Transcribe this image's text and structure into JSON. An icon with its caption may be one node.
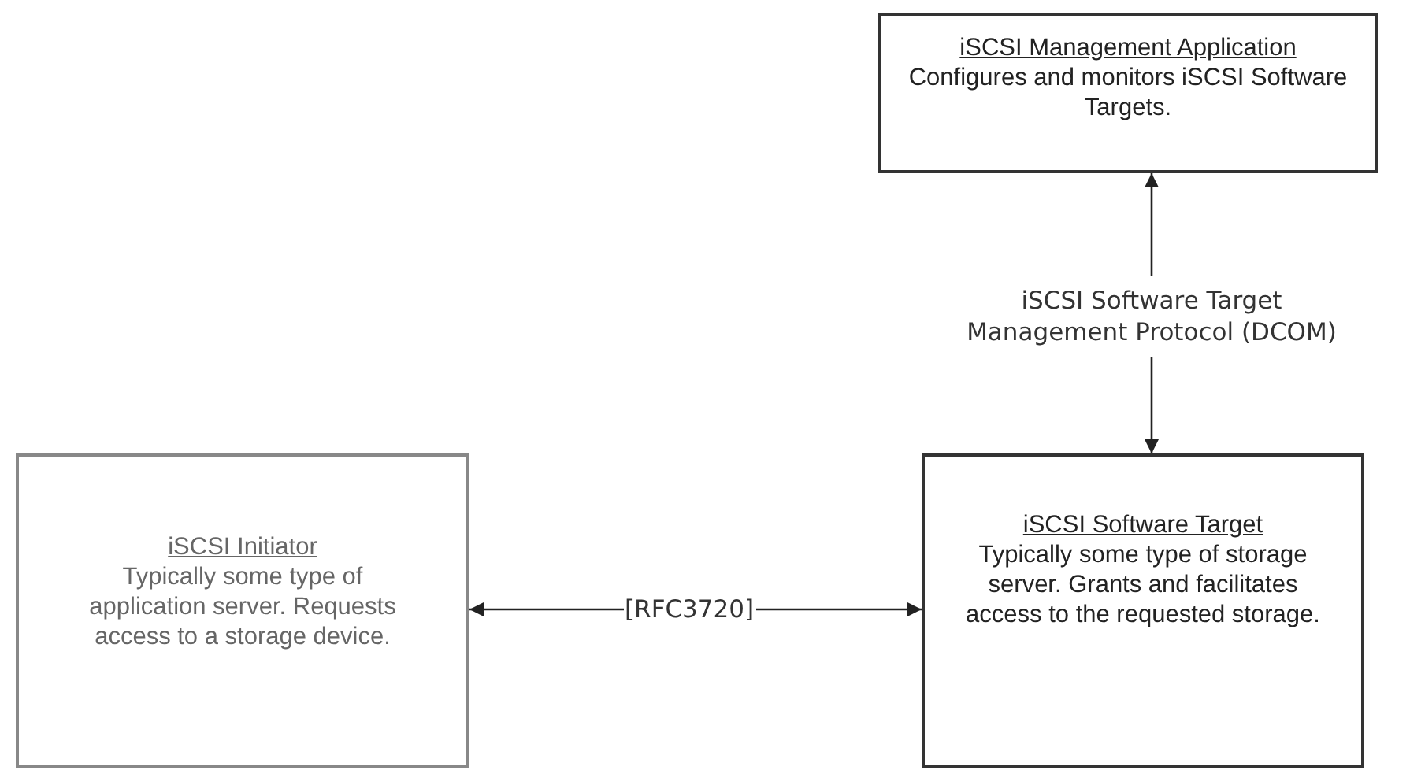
{
  "diagram": {
    "nodes": [
      {
        "text": [
          "iSCSI Management Application",
          "Configures and monitors iSCSI Software Targets."
        ]
      },
      {
        "text": [
          "iSCSI Initiator",
          "Typically some type of application server. Requests access to a storage device."
        ]
      },
      {
        "text": [
          "iSCSI Software Target",
          "Typically some type of storage server. Grants and facilitates access to the requested storage."
        ]
      }
    ],
    "edges": [
      {
        "from": 2,
        "to": 0,
        "arrow": "both",
        "label": "iSCSI Software Target Management Protocol (DCOM)"
      },
      {
        "from": 1,
        "to": 2,
        "arrow": "both",
        "label": "[RFC3720]"
      }
    ]
  }
}
